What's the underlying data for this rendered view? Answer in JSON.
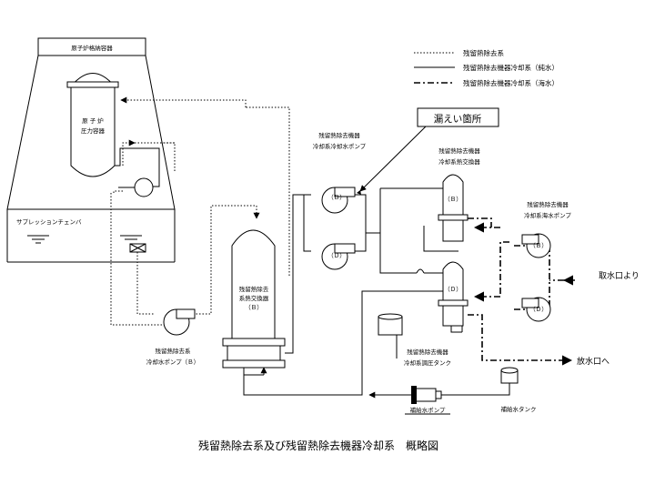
{
  "legend": {
    "rhr": "残留熱除去系",
    "rcw_pure": "残留熱除去機器冷却系（純水）",
    "rcw_sea": "残留熱除去機器冷却系（海水）"
  },
  "labels": {
    "containment": "原子炉格納容器",
    "rpv_line1": "原 子 炉",
    "rpv_line2": "圧力容器",
    "suppression": "サプレッションチェンバ",
    "leak": "漏えい箇所",
    "cool_pump_line1": "残留熱除去機器",
    "cool_pump_line2": "冷却系冷却水ポンプ",
    "cool_hx_line1": "残留熱除去機器",
    "cool_hx_line2": "冷却系熱交換器",
    "sea_pump_line1": "残留熱除去機器",
    "sea_pump_line2": "冷却系海水ポンプ",
    "rhr_hx_line1": "残留熱除去",
    "rhr_hx_line2": "系熱交換器",
    "rhr_hx_line3": "（Ｂ）",
    "rhr_pump_line1": "残留熱除去系",
    "rhr_pump_line2": "冷却水ポンプ（Ｂ）",
    "surge_line1": "残留熱除去機器",
    "surge_line2": "冷却系調圧タンク",
    "makeup_pump": "補給水ポンプ",
    "makeup_tank": "補給水タンク",
    "intake": "取水口より",
    "outfall": "放水口へ",
    "pump_b1": "（Ｂ）",
    "pump_d1": "（Ｄ）",
    "hx_b": "（Ｂ）",
    "hx_d": "（Ｄ）",
    "sea_b": "（Ｂ）",
    "sea_d": "（Ｄ）",
    "title": "残留熱除去系及び残留熱除去機器冷却系　概略図"
  }
}
